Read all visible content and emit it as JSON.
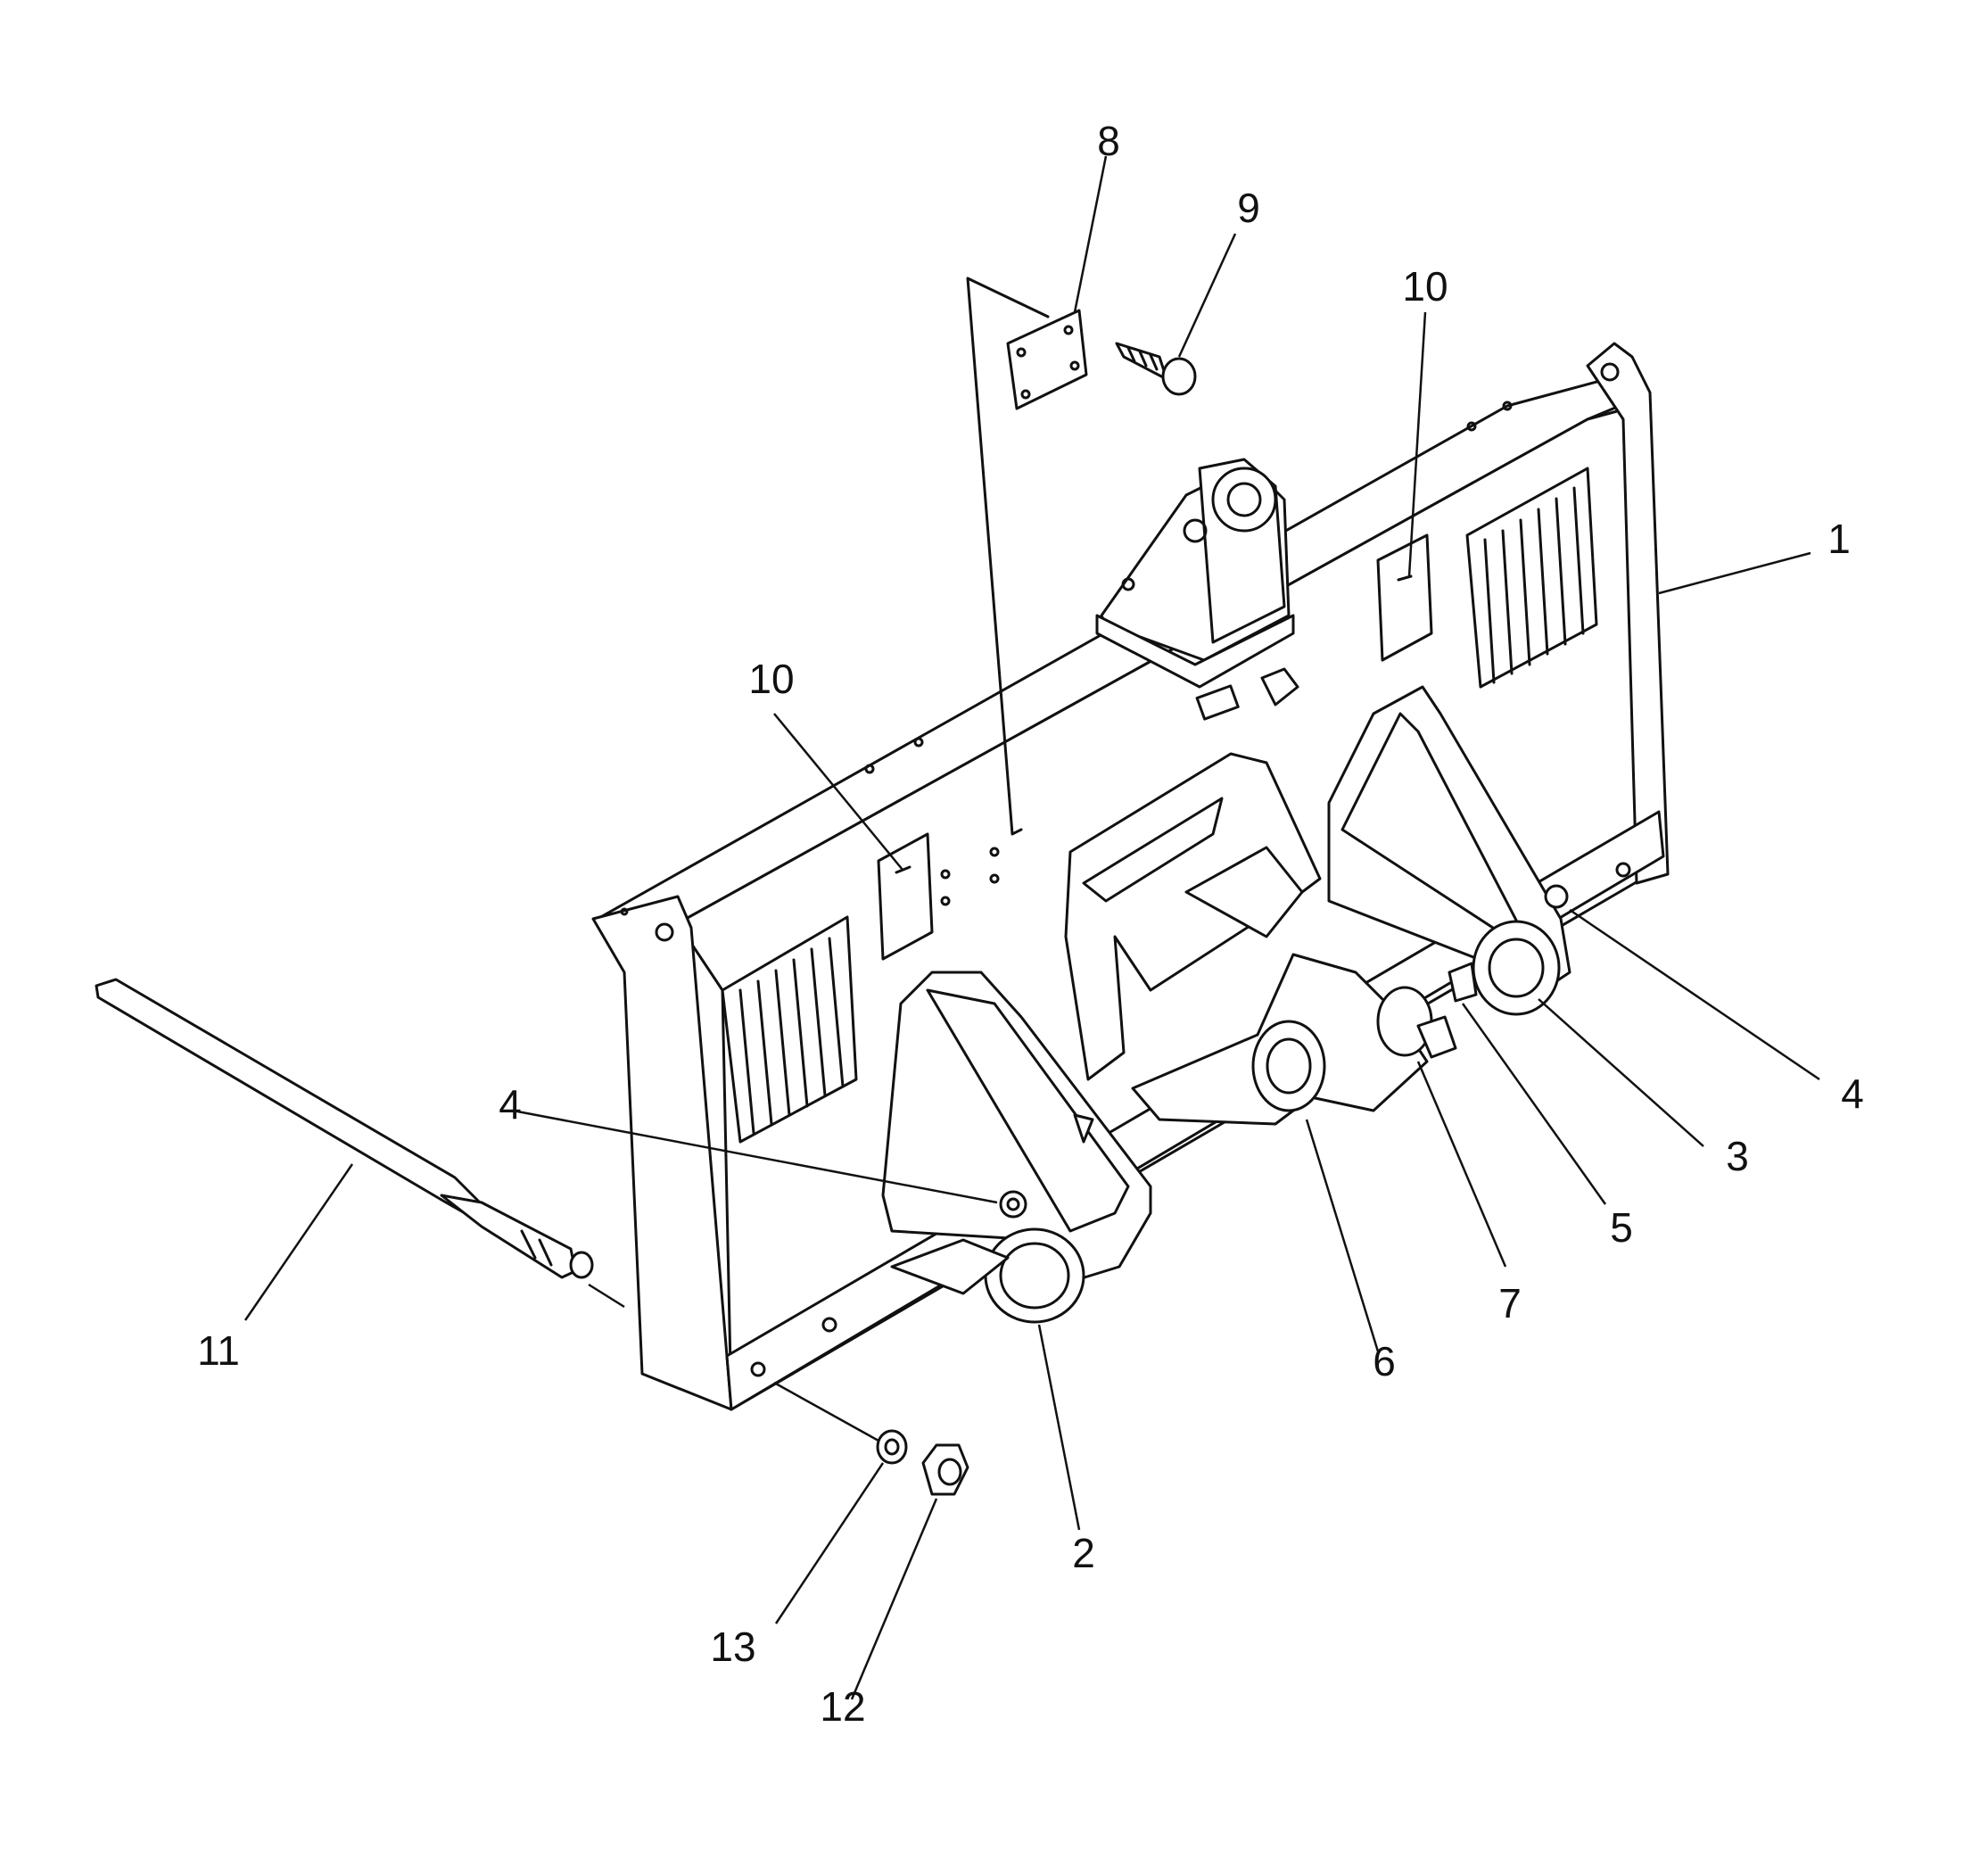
{
  "diagram": {
    "callouts": [
      {
        "id": "c1",
        "label": "1"
      },
      {
        "id": "c2",
        "label": "2"
      },
      {
        "id": "c3",
        "label": "3"
      },
      {
        "id": "c4a",
        "label": "4"
      },
      {
        "id": "c4b",
        "label": "4"
      },
      {
        "id": "c5",
        "label": "5"
      },
      {
        "id": "c6",
        "label": "6"
      },
      {
        "id": "c7",
        "label": "7"
      },
      {
        "id": "c8",
        "label": "8"
      },
      {
        "id": "c9",
        "label": "9"
      },
      {
        "id": "c10a",
        "label": "10"
      },
      {
        "id": "c10b",
        "label": "10"
      },
      {
        "id": "c11",
        "label": "11"
      },
      {
        "id": "c12",
        "label": "12"
      },
      {
        "id": "c13",
        "label": "13"
      }
    ]
  }
}
